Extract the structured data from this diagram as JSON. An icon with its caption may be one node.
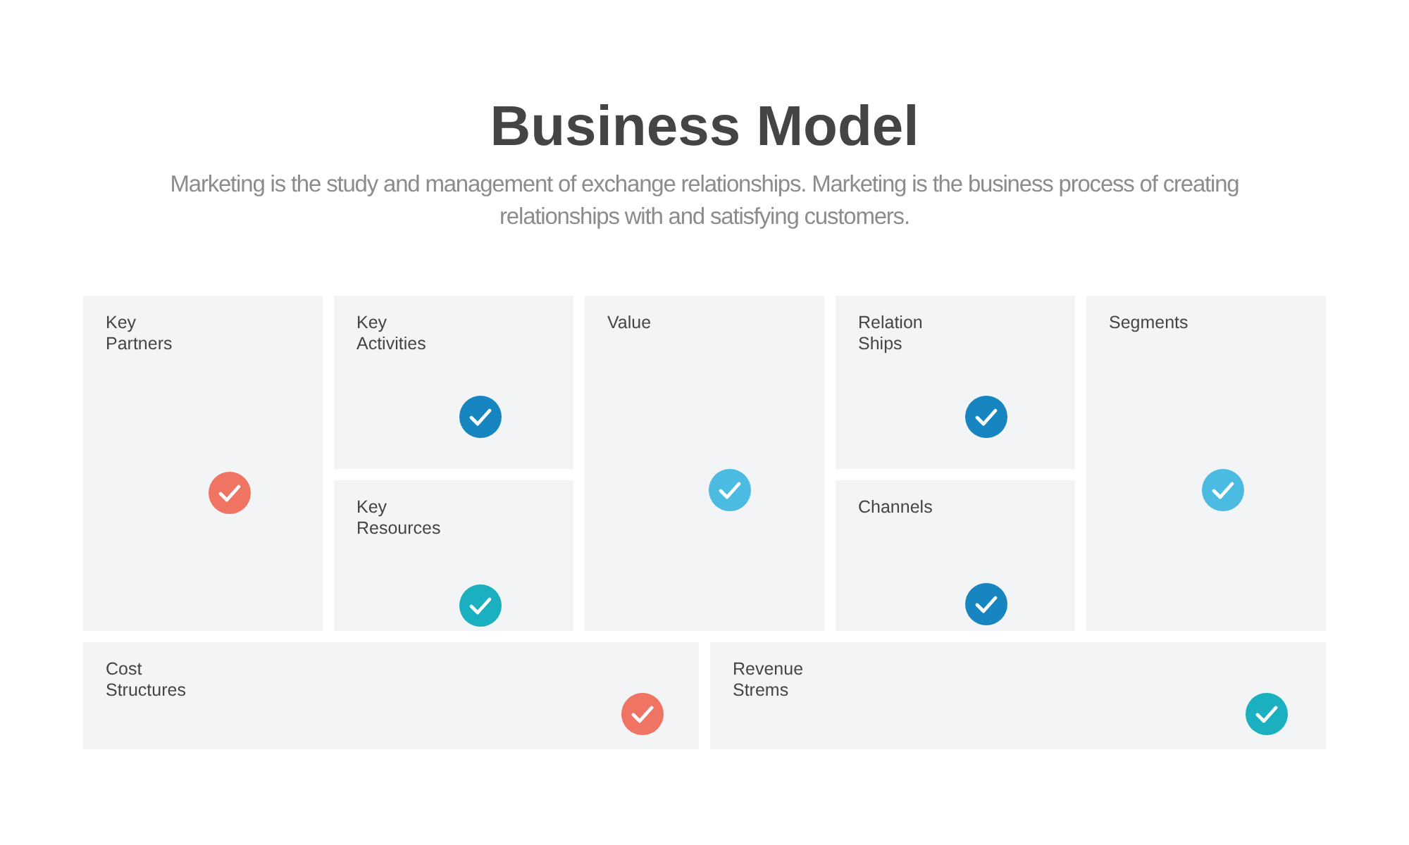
{
  "diagram": {
    "title": "Business Model",
    "caption": "Marketing is the study and management of exchange relationships. Marketing is the business process of creating relationships with and satisfying customers.",
    "nodes": [
      {
        "text": [
          "Key Partners"
        ]
      },
      {
        "text": [
          "Key Activities"
        ]
      },
      {
        "text": [
          "Key Resources"
        ]
      },
      {
        "text": [
          "Value"
        ]
      },
      {
        "text": [
          "Relation Ships"
        ]
      },
      {
        "text": [
          "Channels"
        ]
      },
      {
        "text": [
          "Segments"
        ]
      },
      {
        "text": [
          "Cost Structures"
        ]
      },
      {
        "text": [
          "Revenue Strems"
        ]
      }
    ]
  }
}
